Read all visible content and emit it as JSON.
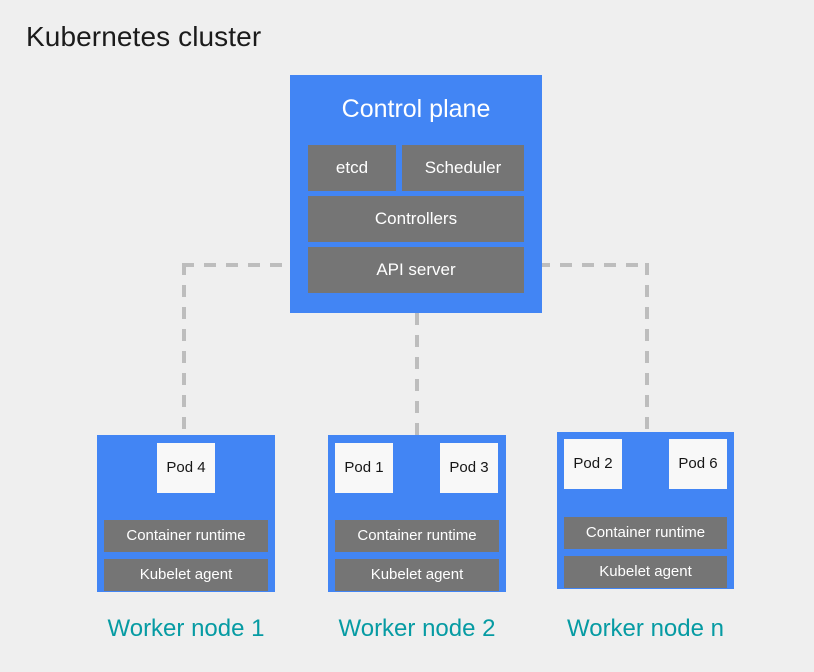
{
  "page": {
    "title": "Kubernetes cluster",
    "background_color": "#efefef",
    "title_color": "#1b1b1b"
  },
  "colors": {
    "node_blue": "#4285f4",
    "component_grey": "#757575",
    "pod_white": "#f8f8f8",
    "caption_teal": "#069ba3",
    "connector_grey": "#bdbdbd"
  },
  "control_plane": {
    "title": "Control plane",
    "components": [
      {
        "label": "etcd"
      },
      {
        "label": "Scheduler"
      },
      {
        "label": "Controllers"
      },
      {
        "label": "API server"
      }
    ]
  },
  "worker_nodes": [
    {
      "caption": "Worker node 1",
      "pods": [
        {
          "label": "Pod 4"
        }
      ],
      "runtime_label": "Container runtime",
      "kubelet_label": "Kubelet agent"
    },
    {
      "caption": "Worker node 2",
      "pods": [
        {
          "label": "Pod 1"
        },
        {
          "label": "Pod 3"
        }
      ],
      "runtime_label": "Container runtime",
      "kubelet_label": "Kubelet agent"
    },
    {
      "caption": "Worker node n",
      "pods": [
        {
          "label": "Pod 2"
        },
        {
          "label": "Pod 6"
        }
      ],
      "runtime_label": "Container runtime",
      "kubelet_label": "Kubelet agent"
    }
  ]
}
